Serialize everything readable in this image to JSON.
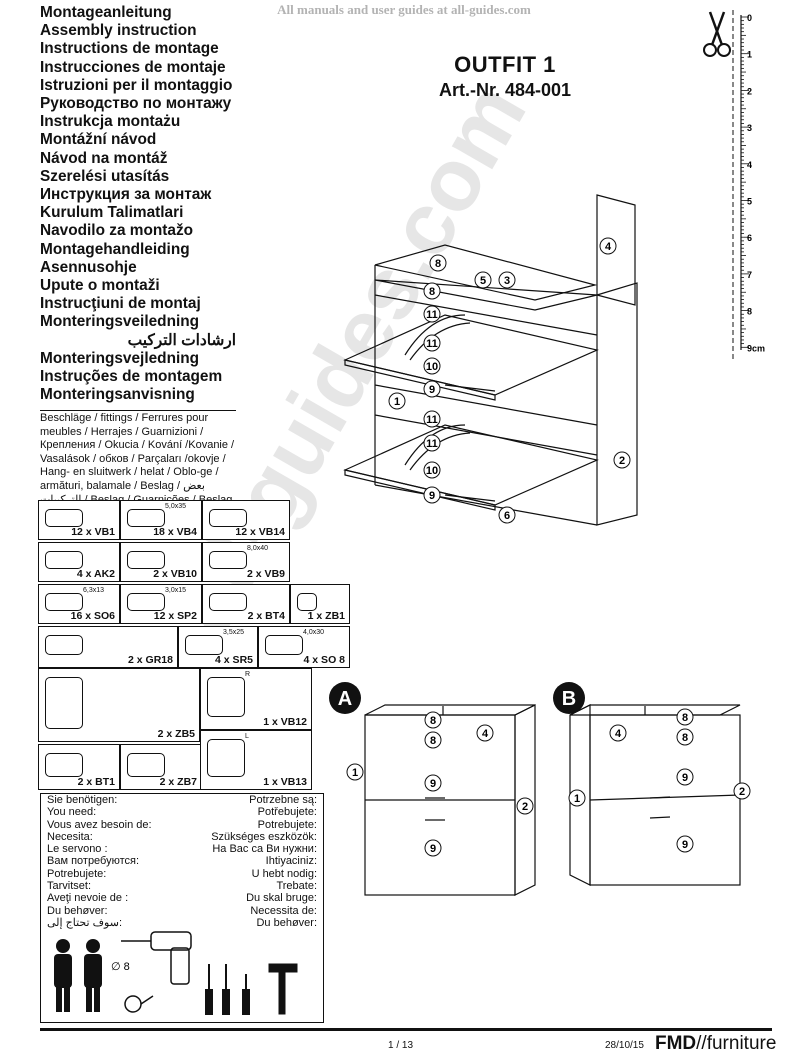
{
  "banner": "All manuals and user guides at all-guides.com",
  "languages": [
    "Montageanleitung",
    "Assembly instruction",
    "Instructions de montage",
    "Instrucciones de montaje",
    "Istruzioni per il montaggio",
    "Руководство по монтажу",
    "Instrukcja montażu",
    "Montážní návod",
    "Návod na montáž",
    "Szerelési utasítás",
    "Инструкция за монтаж",
    "Kurulum Talimatlari",
    "Navodilo za montažo",
    "Montagehandleiding",
    "Asennusohje",
    "Upute o montaži",
    "Instrucţiuni de montaj",
    "Monteringsveiledning",
    "ارشادات التركيب",
    "Monteringsvejledning",
    "Instruções de montagem",
    "Monteringsanvisning"
  ],
  "fittings_text": "Beschläge / fittings / Ferrures pour meubles / Herrajes / Guarnizioni / Крепления / Okucia / Kování /Kovanie / Vasalások / обков / Parçaları /okovje / Hang- en sluitwerk / helat / Oblo-ge / armături, balamale / Beslag / بعض التركيبات / Beslag / Guarnições / Beslag",
  "product": {
    "name": "OUTFIT 1",
    "art_nr": "Art.-Nr. 484-001"
  },
  "ruler": {
    "ticks": [
      "0",
      "1",
      "2",
      "3",
      "4",
      "5",
      "6",
      "7",
      "8",
      "9cm"
    ]
  },
  "parts": [
    {
      "label": "12 x VB1",
      "dim": ""
    },
    {
      "label": "18 x VB4",
      "dim": "5,0x35"
    },
    {
      "label": "12 x VB14",
      "dim": ""
    },
    {
      "label": "4 x AK2",
      "dim": ""
    },
    {
      "label": "2 x VB10",
      "dim": ""
    },
    {
      "label": "2 x VB9",
      "dim": "8,0x40"
    },
    {
      "label": "16 x SO6",
      "dim": "6,3x13"
    },
    {
      "label": "12 x SP2",
      "dim": "3,0x15"
    },
    {
      "label": "2 x BT4",
      "dim": ""
    },
    {
      "label": "1 x ZB1",
      "dim": ""
    },
    {
      "label": "2 x GR18",
      "dim": ""
    },
    {
      "label": "4 x SR5",
      "dim": "3,5x25"
    },
    {
      "label": "4 x SO 8",
      "dim": "4,0x30"
    },
    {
      "label": "2 x ZB5",
      "dim": ""
    },
    {
      "label": "1 x VB12",
      "dim": "R"
    },
    {
      "label": "2 x BT1",
      "dim": ""
    },
    {
      "label": "2 x ZB7",
      "dim": ""
    },
    {
      "label": "1 x VB13",
      "dim": "L"
    }
  ],
  "need_left": [
    "Sie benötigen:",
    "You need:",
    "Vous avez besoin de:",
    "Necesita:",
    "Le servono :",
    "Вам потребуются:",
    "Potrebujete:",
    "Tarvitset:",
    "Aveţi nevoie de :",
    "Du behøver:",
    "سوف تحتاج إلى:"
  ],
  "need_right": [
    "Potrzebne są:",
    "Potřebujete:",
    "Potrebujete:",
    "Szükséges eszközök:",
    "На Вас са Ви нужни:",
    "Ihtiyaciniz:",
    "U hebt nodig:",
    "Trebate:",
    "Du skal bruge:",
    "Necessita de:",
    "Du behøver:"
  ],
  "drill_label": "∅ 8",
  "diagram_numbers": {
    "main": [
      "8",
      "5",
      "3",
      "4",
      "8",
      "11",
      "11",
      "10",
      "9",
      "1",
      "11",
      "11",
      "10",
      "9",
      "6",
      "2"
    ],
    "a": [
      "8",
      "4",
      "8",
      "1",
      "9",
      "2",
      "9"
    ],
    "b": [
      "4",
      "8",
      "8",
      "1",
      "9",
      "2",
      "9"
    ]
  },
  "variants": {
    "a": "A",
    "b": "B"
  },
  "watermark": "all-guides.com",
  "footer": {
    "page": "1 / 13",
    "date": "28/10/15",
    "brand_bold": "FMD",
    "brand_rest": "//furniture"
  }
}
